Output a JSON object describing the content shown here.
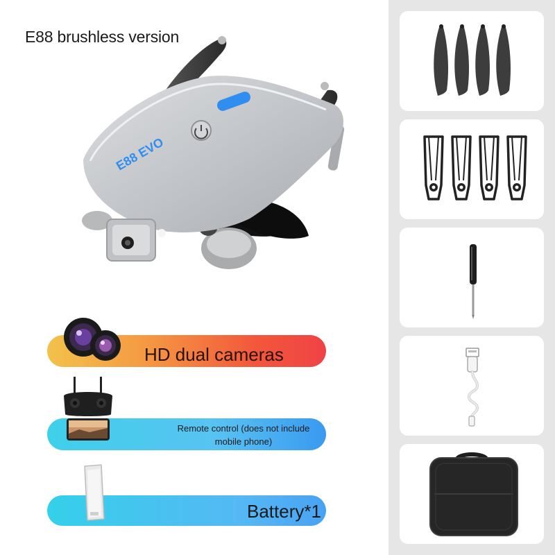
{
  "title": "E88 brushless version",
  "drone": {
    "name": "drone-image",
    "body_text": "E88 EVO"
  },
  "features": [
    {
      "label": "HD dual cameras",
      "icon": "dual-camera-icon",
      "color_start": "#f2c24a",
      "color_end": "#ef4246"
    },
    {
      "label": "Remote control (does not include mobile phone)",
      "icon": "remote-controller-icon",
      "color_start": "#3fd0ea",
      "color_end": "#3a9af0"
    },
    {
      "label": "Battery*1",
      "icon": "battery-icon",
      "color_start": "#35d0ea",
      "color_end": "#48a2f3"
    }
  ],
  "accessories": [
    {
      "name": "propellers",
      "icon": "propeller-icon"
    },
    {
      "name": "propeller-guards",
      "icon": "propeller-guard-icon"
    },
    {
      "name": "screwdriver",
      "icon": "screwdriver-icon"
    },
    {
      "name": "usb-cable",
      "icon": "usb-cable-icon"
    },
    {
      "name": "carry-case",
      "icon": "carry-case-icon"
    }
  ],
  "colors": {
    "sidebar_bg": "#e6e6e6",
    "card_bg": "#ffffff",
    "drone_body": "#c9cbce",
    "drone_light": "#2f8ef0"
  }
}
